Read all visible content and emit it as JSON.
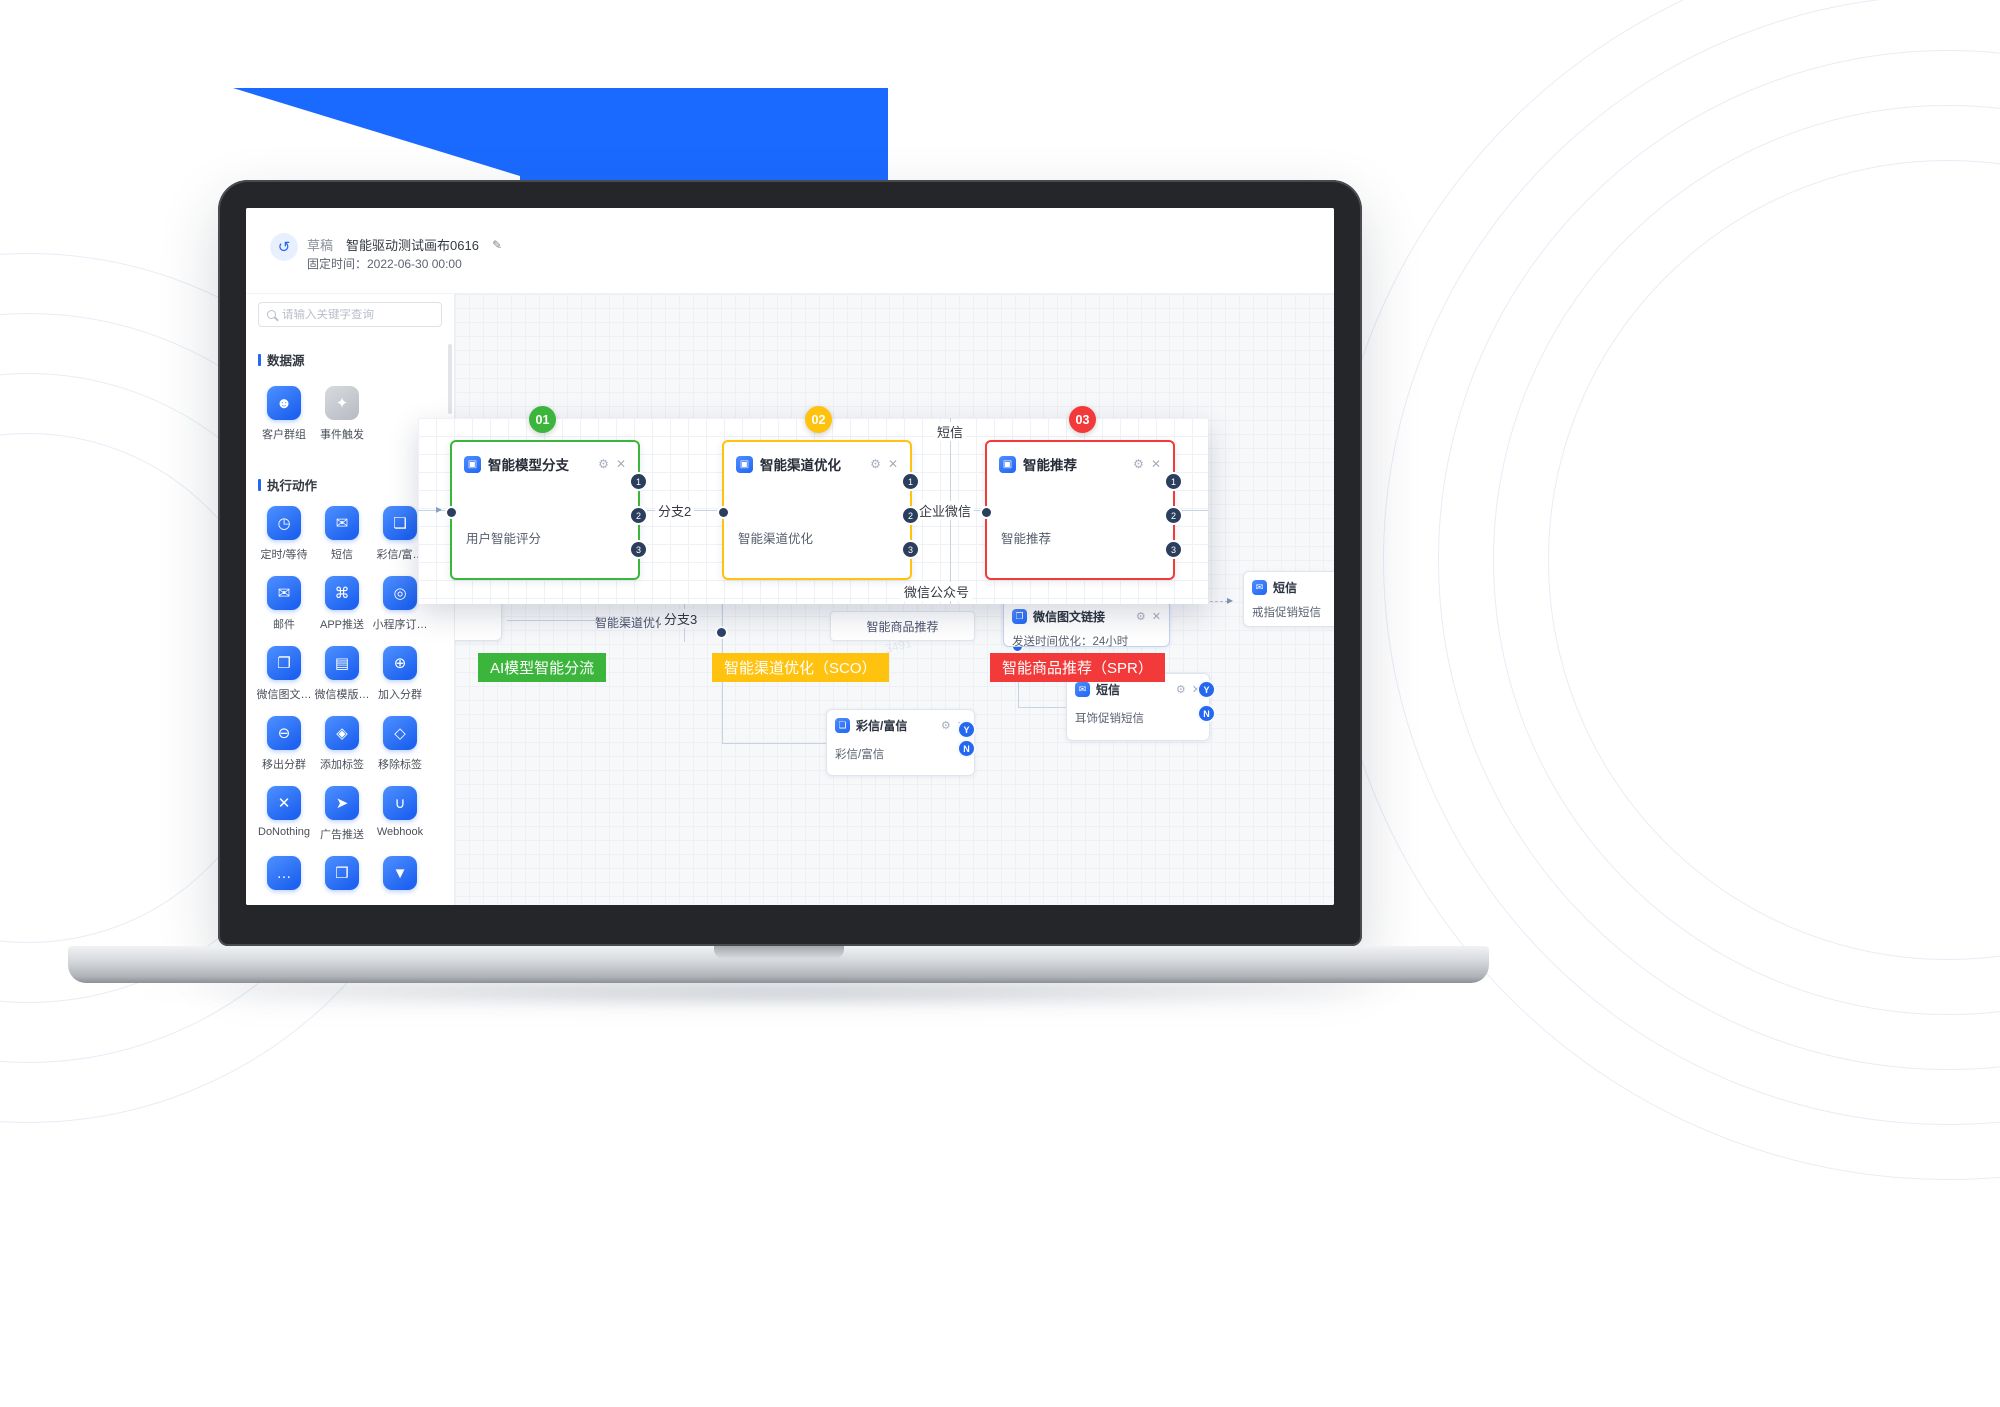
{
  "colors": {
    "accent_blue": "#2468f2",
    "green": "#3cb53c",
    "yellow": "#ffc20e",
    "red": "#f23a3a"
  },
  "header": {
    "back_icon": "↺",
    "draft": "草稿",
    "title": "智能驱动测试画布0616",
    "edit_icon": "✎",
    "fixed_time": "固定时间：2022-06-30 00:00"
  },
  "sidebar": {
    "search_placeholder": "请输入关键字查询",
    "section_datasource": "数据源",
    "section_actions": "执行动作",
    "datasources": [
      {
        "label": "客户群组",
        "glyph": "☻"
      },
      {
        "label": "事件触发",
        "glyph": "✦"
      }
    ],
    "actions": [
      {
        "label": "定时/等待",
        "glyph": "◷"
      },
      {
        "label": "短信",
        "glyph": "✉"
      },
      {
        "label": "彩信/富…",
        "glyph": "❏"
      },
      {
        "label": "邮件",
        "glyph": "✉"
      },
      {
        "label": "APP推送",
        "glyph": "⌘"
      },
      {
        "label": "小程序订…",
        "glyph": "◎"
      },
      {
        "label": "微信图文…",
        "glyph": "❐"
      },
      {
        "label": "微信模版…",
        "glyph": "▤"
      },
      {
        "label": "加入分群",
        "glyph": "⊕"
      },
      {
        "label": "移出分群",
        "glyph": "⊖"
      },
      {
        "label": "添加标签",
        "glyph": "◈"
      },
      {
        "label": "移除标签",
        "glyph": "◇"
      },
      {
        "label": "DoNothing",
        "glyph": "✕"
      },
      {
        "label": "广告推送",
        "glyph": "➤"
      },
      {
        "label": "Webhook",
        "glyph": "∪"
      },
      {
        "label": "",
        "glyph": "…"
      },
      {
        "label": "",
        "glyph": "❒"
      },
      {
        "label": "",
        "glyph": "▼"
      }
    ]
  },
  "overlay": {
    "nodes": [
      {
        "badge": "01",
        "title": "智能模型分支",
        "body": "用户智能评分",
        "icon_glyph": "▣",
        "gear_icon": "⚙",
        "trash_icon": "✕",
        "ports": [
          "1",
          "2",
          "3"
        ]
      },
      {
        "badge": "02",
        "title": "智能渠道优化",
        "body": "智能渠道优化",
        "icon_glyph": "▣",
        "gear_icon": "⚙",
        "trash_icon": "✕",
        "ports": [
          "1",
          "2",
          "3"
        ]
      },
      {
        "badge": "03",
        "title": "智能推荐",
        "body": "智能推荐",
        "icon_glyph": "▣",
        "gear_icon": "⚙",
        "trash_icon": "✕",
        "ports": [
          "1",
          "2",
          "3"
        ]
      }
    ],
    "labels": {
      "sms": "短信",
      "branch2": "分支2",
      "wecom": "企业微信",
      "wechat_oa": "微信公众号"
    }
  },
  "annotations": [
    {
      "text": "AI模型智能分流"
    },
    {
      "text": "智能渠道优化（SCO）"
    },
    {
      "text": "智能商品推荐（SPR）"
    }
  ],
  "canvas": {
    "branch3": "分支3",
    "label_channel_opt": "智能渠道优化",
    "label_product_rec": "智能商品推荐",
    "watermark": "3491",
    "nodes": {
      "wechat_article": {
        "title": "微信图文链接",
        "body": "发送时间优化：24小时",
        "icon_glyph": "❐",
        "gear_icon": "⚙",
        "trash_icon": "✕"
      },
      "sms_ring": {
        "title": "短信",
        "body": "戒指促销短信",
        "icon_glyph": "✉"
      },
      "mms": {
        "title": "彩信/富信",
        "body": "彩信/富信",
        "icon_glyph": "❏",
        "gear_icon": "⚙",
        "trash_icon": "✕",
        "y": "Y",
        "n": "N"
      },
      "sms_earring": {
        "title": "短信",
        "body": "耳饰促销短信",
        "icon_glyph": "✉",
        "gear_icon": "⚙",
        "trash_icon": "✕",
        "y": "Y",
        "n": "N"
      }
    }
  }
}
